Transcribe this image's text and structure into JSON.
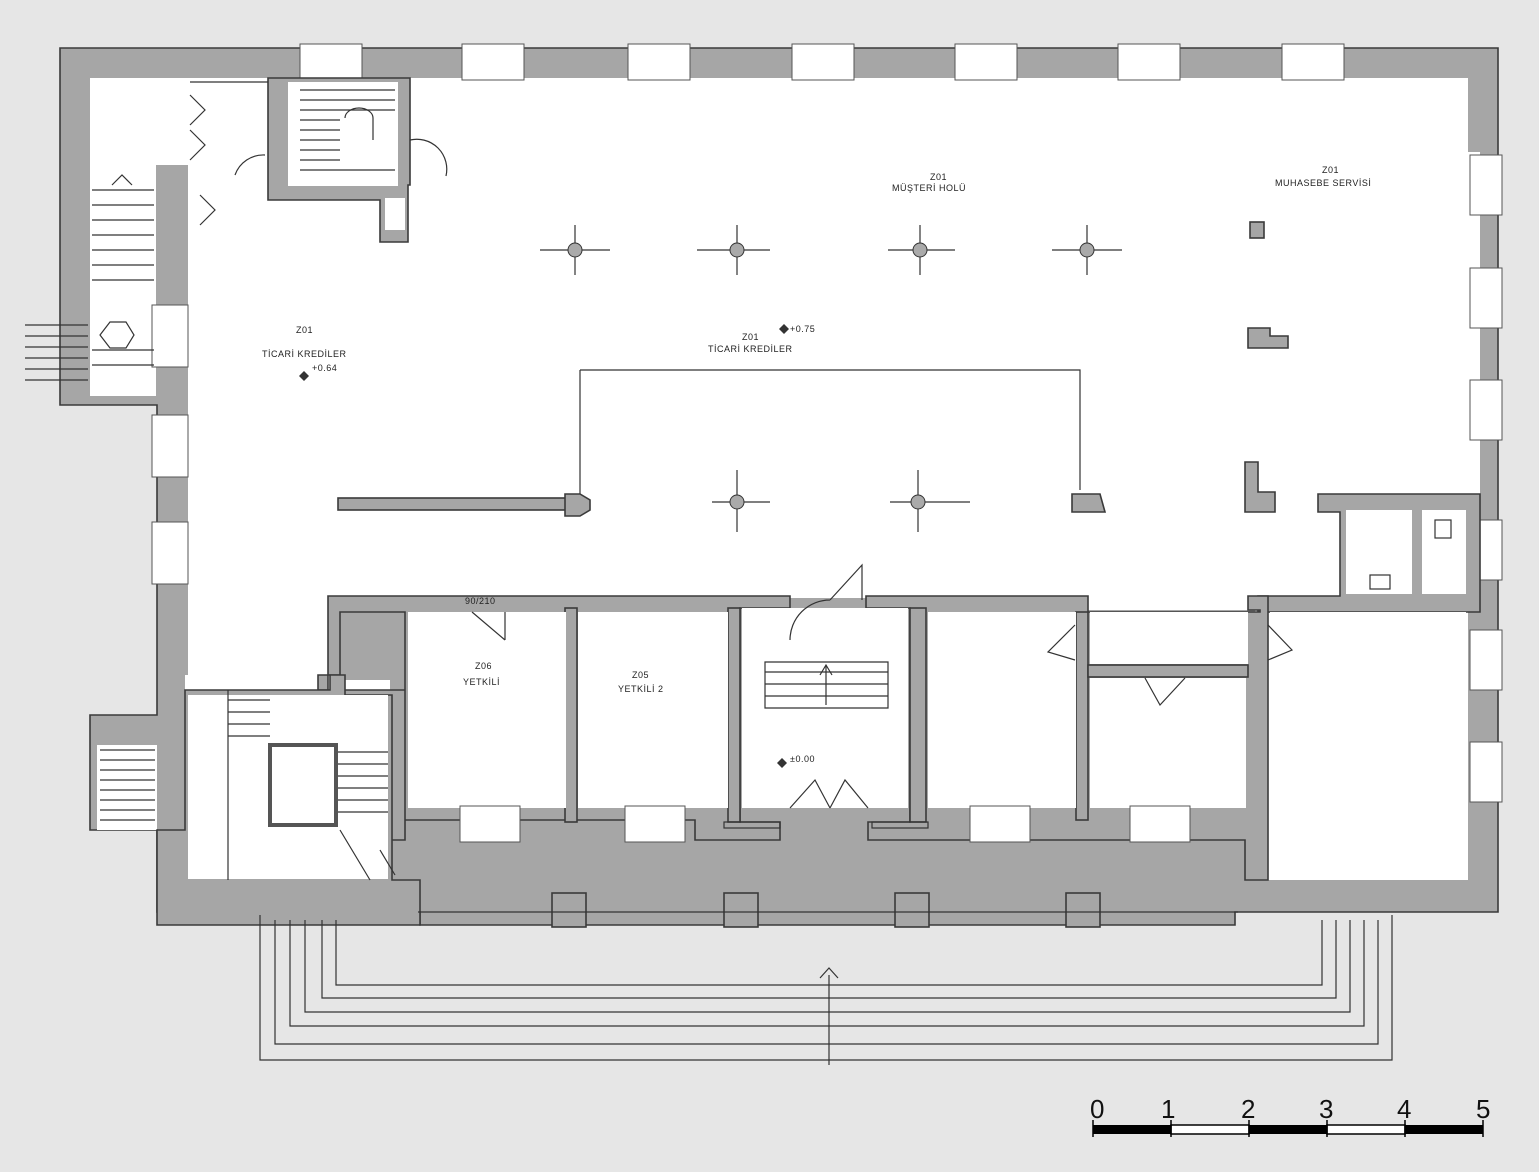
{
  "rooms": {
    "z01_ticari_left": {
      "code": "Z01",
      "name": "TİCARİ KREDİLER",
      "level": "+0.64"
    },
    "z01_ticari_center": {
      "code": "Z01",
      "name": "TİCARİ KREDİLER",
      "level": "+0.75"
    },
    "z01_musteri": {
      "code": "Z01",
      "name": "MÜŞTERİ HOLÜ"
    },
    "z01_muhasebe": {
      "code": "Z01",
      "name": "MUHASEBE SERVİSİ"
    },
    "z06": {
      "code": "Z06",
      "name": "YETKİLİ"
    },
    "z05": {
      "code": "Z05",
      "name": "YETKİLİ 2"
    },
    "entrance": {
      "level": "±0.00"
    }
  },
  "door_tags": {
    "d1": "90/210"
  },
  "scale_bar": {
    "labels": [
      "0",
      "1",
      "2",
      "3",
      "4",
      "5"
    ]
  },
  "colors": {
    "background": "#e6e6e6",
    "wall": "#a6a6a6",
    "floor": "#ffffff"
  }
}
